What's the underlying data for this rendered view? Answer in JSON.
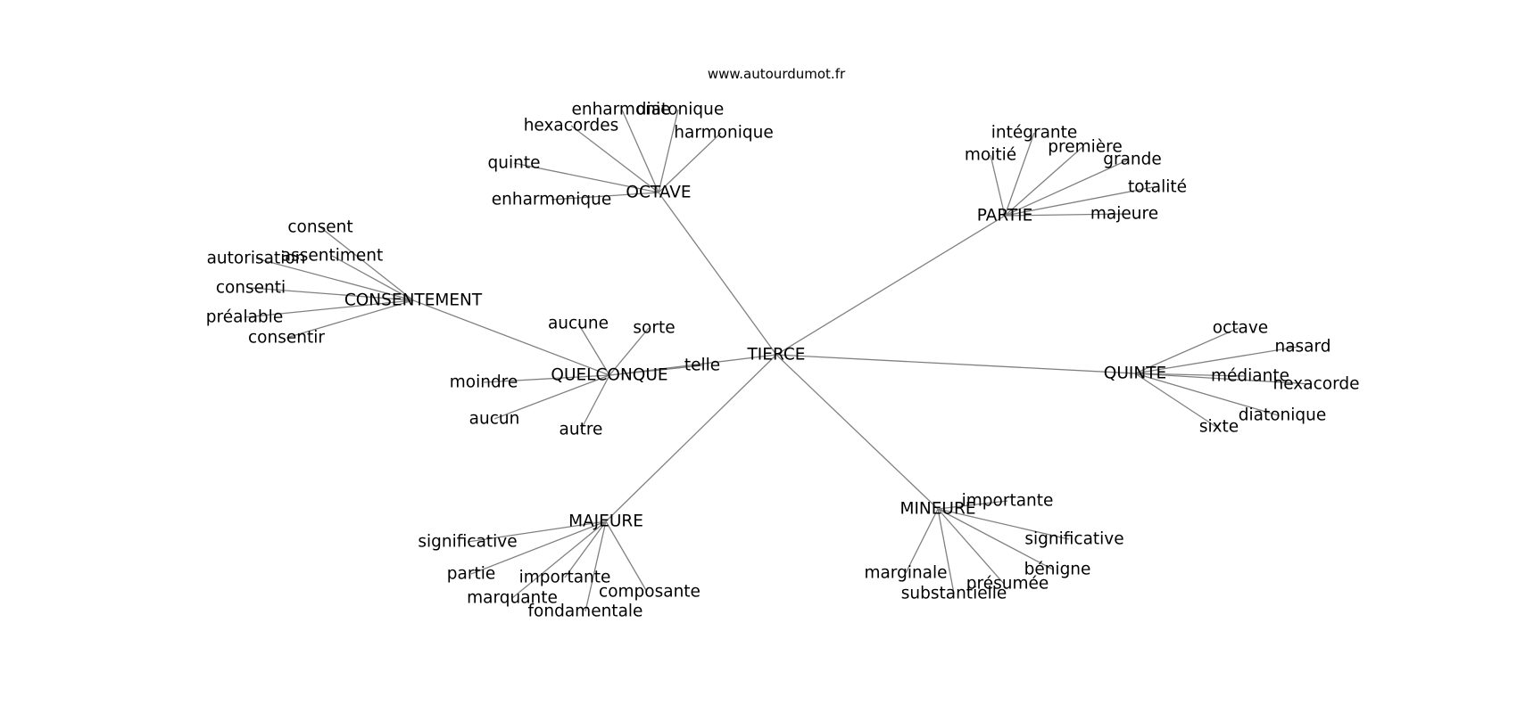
{
  "source": "www.autourdumot.fr",
  "center": "TIERCE",
  "clusters": [
    {
      "id": "octave",
      "hub": "OCTAVE",
      "leaves": [
        "enharmonie",
        "diatonique",
        "hexacordes",
        "harmonique",
        "quinte",
        "enharmonique"
      ]
    },
    {
      "id": "partie",
      "hub": "PARTIE",
      "leaves": [
        "intégrante",
        "moitié",
        "première",
        "grande",
        "totalité",
        "majeure"
      ]
    },
    {
      "id": "consentement",
      "hub": "CONSENTEMENT",
      "leaves": [
        "consent",
        "assentiment",
        "autorisation",
        "consenti",
        "préalable",
        "consentir"
      ]
    },
    {
      "id": "quelconque",
      "hub": "QUELCONQUE",
      "leaves": [
        "aucune",
        "sorte",
        "telle",
        "moindre",
        "aucun",
        "autre"
      ]
    },
    {
      "id": "quinte",
      "hub": "QUINTE",
      "leaves": [
        "octave",
        "nasard",
        "médiante",
        "hexacorde",
        "diatonique",
        "sixte"
      ]
    },
    {
      "id": "majeure",
      "hub": "MAJEURE",
      "leaves": [
        "significative",
        "partie",
        "importante",
        "composante",
        "marquante",
        "fondamentale"
      ]
    },
    {
      "id": "mineure",
      "hub": "MINEURE",
      "leaves": [
        "importante",
        "significative",
        "bénigne",
        "marginale",
        "présumée",
        "substantielle"
      ]
    }
  ],
  "hub_links": [
    [
      "TIERCE",
      "OCTAVE"
    ],
    [
      "TIERCE",
      "PARTIE"
    ],
    [
      "TIERCE",
      "QUINTE"
    ],
    [
      "TIERCE",
      "MAJEURE"
    ],
    [
      "TIERCE",
      "MINEURE"
    ],
    [
      "TIERCE",
      "QUELCONQUE"
    ],
    [
      "QUELCONQUE",
      "CONSENTEMENT"
    ]
  ],
  "colors": {
    "edge": "#808080",
    "text": "#000000",
    "background": "#ffffff"
  }
}
